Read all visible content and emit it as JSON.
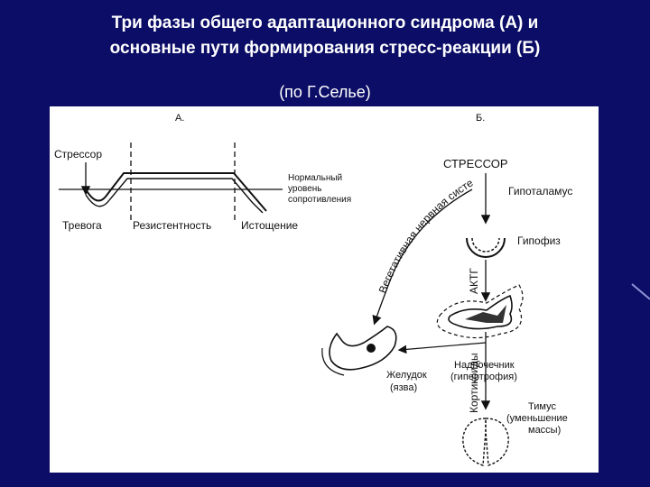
{
  "slide": {
    "title_line1": "Три фазы общего адаптационного синдрома (А) и",
    "title_line2": "основные пути формирования стресс-реакции (Б)",
    "subtitle": "(по Г.Селье)"
  },
  "panel_a": {
    "label": "А.",
    "stressor": "Стрессор",
    "normal_level_line1": "Нормальный",
    "normal_level_line2": "уровень",
    "normal_level_line3": "сопротивления",
    "phase_alarm": "Тревога",
    "phase_resistance": "Резистентность",
    "phase_exhaustion": "Истощение"
  },
  "panel_b": {
    "label": "Б.",
    "stressor": "СТРЕССОР",
    "hypothalamus": "Гипоталамус",
    "pituitary": "Гипофиз",
    "acth": "АКТГ",
    "autonomic_ns": "Вегетативная нервная система",
    "adrenal_line1": "Надпочечник",
    "adrenal_line2": "(гипертрофия)",
    "stomach_line1": "Желудок",
    "stomach_line2": "(язва)",
    "corticoids": "Кортикоиды",
    "thymus_line1": "Тимус",
    "thymus_line2": "(уменьшение",
    "thymus_line3": "массы)"
  }
}
